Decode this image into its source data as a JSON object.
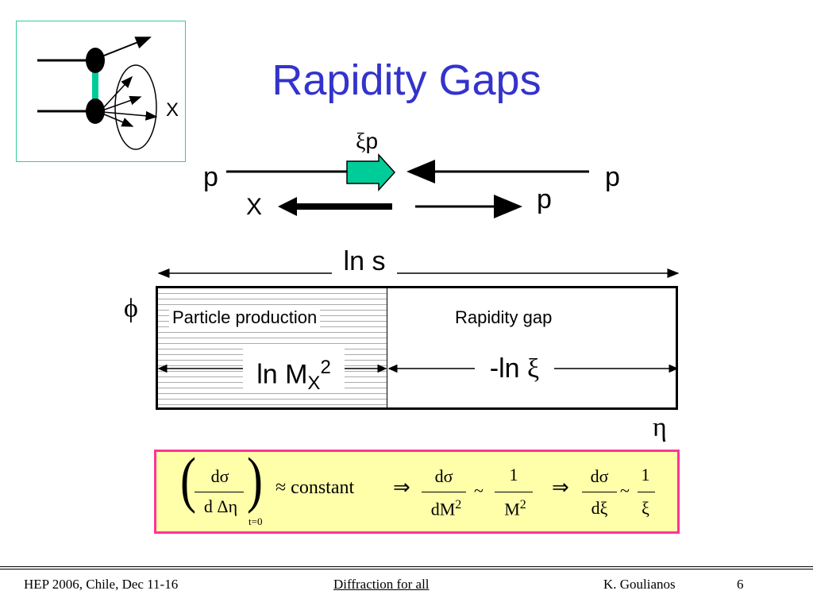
{
  "title": "Rapidity Gaps",
  "thumb": {
    "x_label": "X"
  },
  "kinematics": {
    "xi_symbol": "ξ",
    "xi_p_suffix": "p",
    "p_left": "p",
    "p_right": "p",
    "p_out": "p",
    "x_out": "X"
  },
  "region": {
    "ln_s": "ln s",
    "phi": "ϕ",
    "eta": "η",
    "particle_production": "Particle production",
    "rapidity_gap": "Rapidity gap",
    "ln_mx_base": "ln M",
    "ln_mx_sub": "X",
    "ln_mx_sup": "2",
    "minus_ln": "-ln ",
    "xi": "ξ"
  },
  "formula": {
    "dsigma": "dσ",
    "d_delta_eta": "d Δη",
    "t0": "t=0",
    "approx_constant": "≈ constant",
    "implies": "⇒",
    "dM": "dM",
    "sq": "2",
    "tilde": "~",
    "one": "1",
    "M": "M",
    "dxi": "dξ",
    "xi": "ξ",
    "lparen": "(",
    "rparen": ")"
  },
  "footer": {
    "event": "HEP 2006, Chile, Dec 11-16",
    "link": "Diffraction for all",
    "author": "K. Goulianos",
    "page": "6"
  },
  "colors": {
    "title": "#3333cc",
    "thumb_border": "#33cc99",
    "pomeron": "#00cc99",
    "formula_bg": "#ffffaa",
    "formula_border": "#ff3399"
  }
}
